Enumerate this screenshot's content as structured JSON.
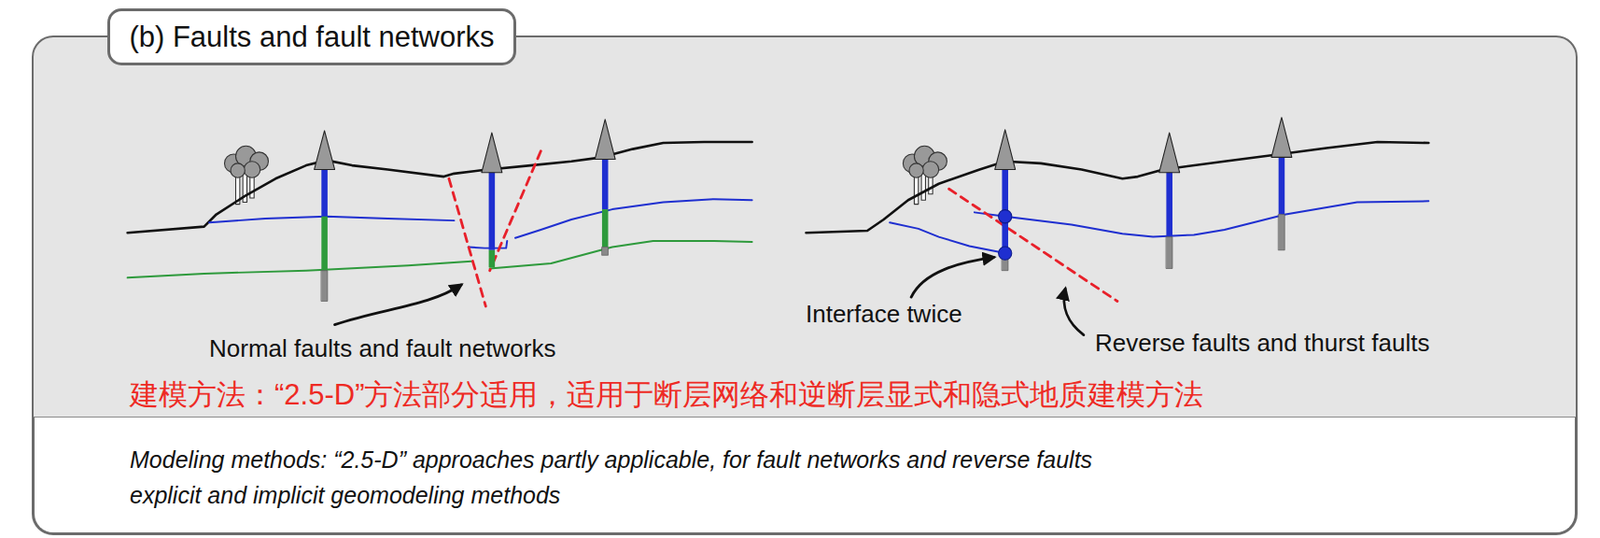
{
  "diagram": {
    "nodes": [
      {
        "text": [
          "(b) Faults and fault networks"
        ]
      },
      {
        "text": [
          "Modeling methods: “2.5-D” approaches partly applicable, for fault networks and reverse faults explicit and implicit geomodeling methods"
        ]
      }
    ],
    "labels": [
      "Normal faults and fault networks",
      "Interface twice",
      "Reverse faults and thurst faults",
      "建模方法：“2.5-D”方法部分适用，适用于断层网络和逆断层显式和隐式地质建模方法"
    ]
  }
}
